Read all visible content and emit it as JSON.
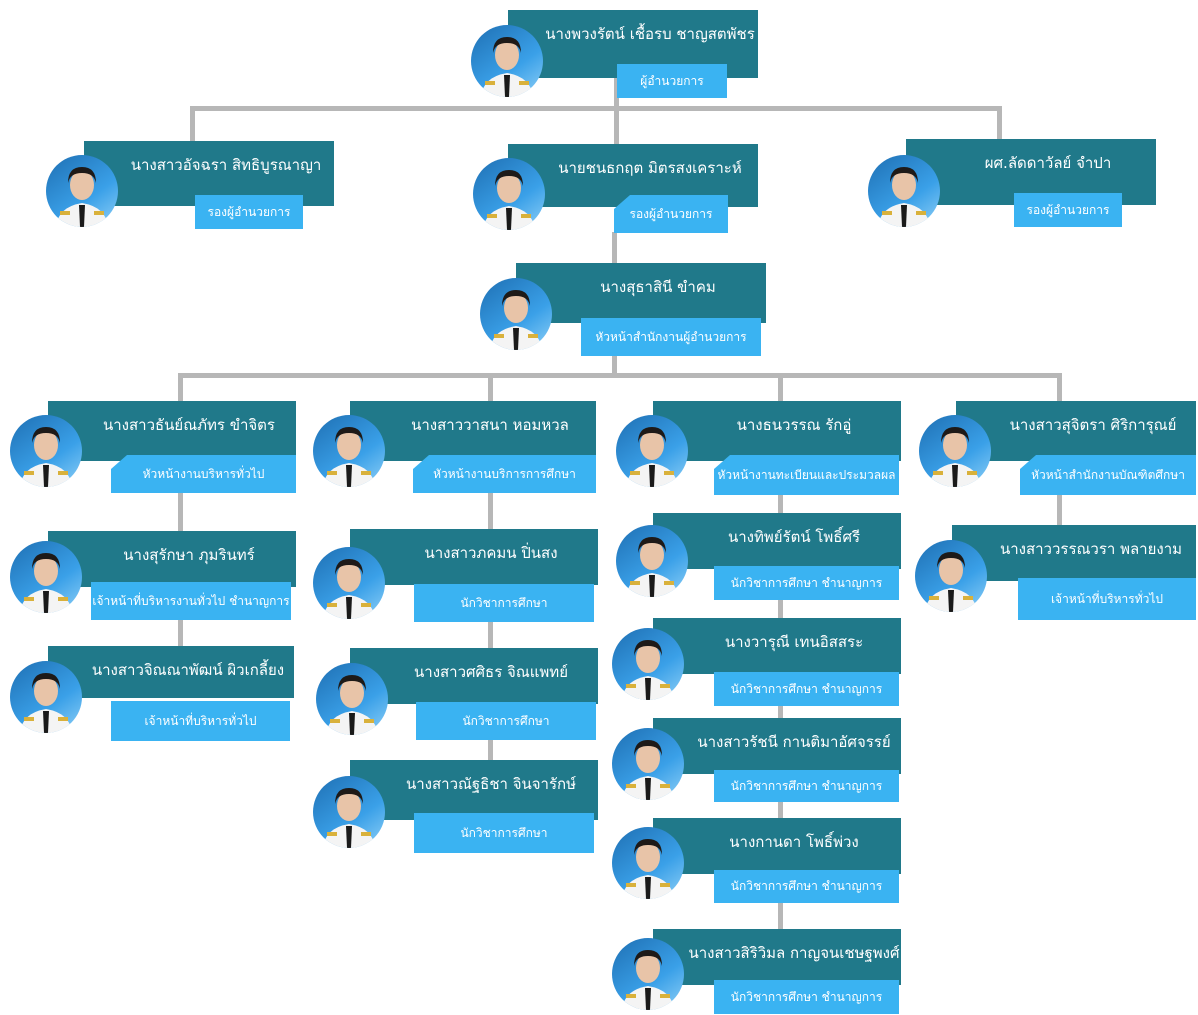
{
  "people": {
    "p1": {
      "name": "นางพวงรัตน์ เชื้อรบ ชาญสตพัชร",
      "role": "ผู้อำนวยการ"
    },
    "p2": {
      "name": "นางสาวอัจฉรา สิทธิบูรณาญา",
      "role": "รองผู้อำนวยการ"
    },
    "p3": {
      "name": "นายชนธกฤต มิตรสงเคราะห์",
      "role": "รองผู้อำนวยการ"
    },
    "p4": {
      "name": "ผศ.ลัดดาวัลย์ จำปา",
      "role": "รองผู้อำนวยการ"
    },
    "p5": {
      "name": "นางสุธาสินี ขำคม",
      "role": "หัวหน้าสำนักงานผู้อำนวยการ"
    },
    "p6": {
      "name": "นางสาวธันย์ณภัทร ขำจิตร",
      "role": "หัวหน้างานบริหารทั่วไป"
    },
    "p7": {
      "name": "นางสาววาสนา หอมหวล",
      "role": "หัวหน้างานบริการการศึกษา"
    },
    "p8": {
      "name": "นางธนวรรณ รักอู่",
      "role": "หัวหน้างานทะเบียนและประมวลผล"
    },
    "p9": {
      "name": "นางสาวสุจิตรา ศิริการุณย์",
      "role": "หัวหน้าสำนักงานบัณฑิตศึกษา"
    },
    "p10": {
      "name": "นางสุรักษา ภุมรินทร์",
      "role": "เจ้าหน้าที่บริหารงานทั่วไป ชำนาญการ"
    },
    "p11": {
      "name": "นางสาวจิณณาพัฒน์ ผิวเกลี้ยง",
      "role": "เจ้าหน้าที่บริหารทั่วไป"
    },
    "p12": {
      "name": "นางสาวภคมน ปิ่นสง",
      "role": "นักวิชาการศึกษา"
    },
    "p13": {
      "name": "นางสาวศศิธร จิณแพทย์",
      "role": "นักวิชาการศึกษา"
    },
    "p14": {
      "name": "นางสาวณัฐธิชา จินจารักษ์",
      "role": "นักวิชาการศึกษา"
    },
    "p15": {
      "name": "นางทิพย์รัตน์ โพธิ์ศรี",
      "role": "นักวิชาการศึกษา ชำนาญการ"
    },
    "p16": {
      "name": "นางวารุณี เทนอิสสระ",
      "role": "นักวิชาการศึกษา ชำนาญการ"
    },
    "p17": {
      "name": "นางสาวรัชนี กานติมาอัศจรรย์",
      "role": "นักวิชาการศึกษา ชำนาญการ"
    },
    "p18": {
      "name": "นางกานดา โพธิ์พ่วง",
      "role": "นักวิชาการศึกษา ชำนาญการ"
    },
    "p19": {
      "name": "นางสาวสิริวิมล กาญจนเชษฐพงศ์",
      "role": "นักวิชาการศึกษา ชำนาญการ"
    },
    "p20": {
      "name": "นางสาววรรณวรา พลายงาม",
      "role": "เจ้าหน้าที่บริหารทั่วไป"
    }
  },
  "colors": {
    "name_box": "#20798a",
    "role_box": "#3ab3f2",
    "connector": "#b7b7b7",
    "photo_bg": "#2a86cf"
  }
}
